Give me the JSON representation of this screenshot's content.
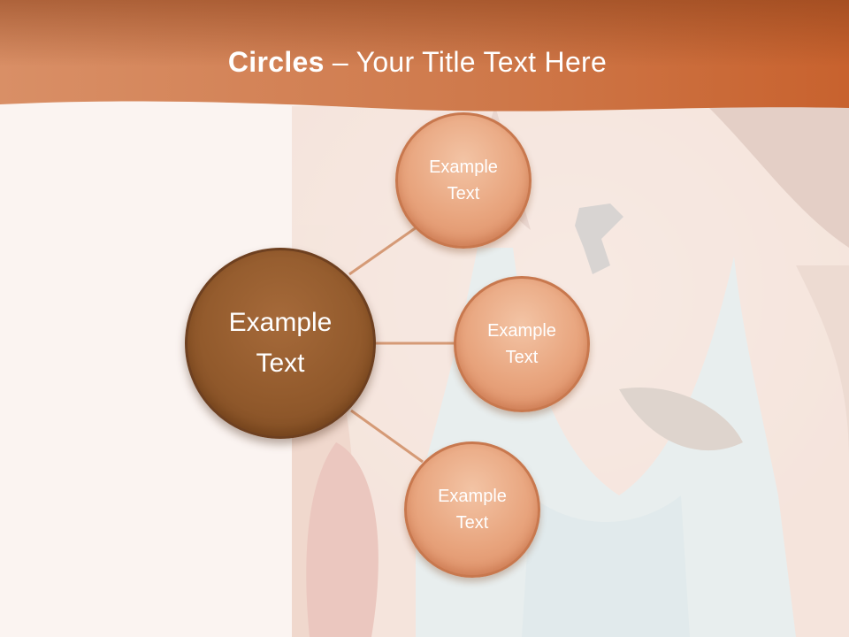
{
  "slide": {
    "title_bold": "Circles",
    "title_rest": " – Your Title Text Here"
  },
  "diagram": {
    "center": {
      "label": "Example\nText"
    },
    "nodes": [
      {
        "label": "Example\nText"
      },
      {
        "label": "Example\nText"
      },
      {
        "label": "Example\nText"
      }
    ]
  },
  "colors": {
    "header_band": "#c9693a",
    "center_circle": "#925a2c",
    "outer_circles": "#e8a47d",
    "connector": "#d59a76",
    "background": "#fbf5f1"
  }
}
